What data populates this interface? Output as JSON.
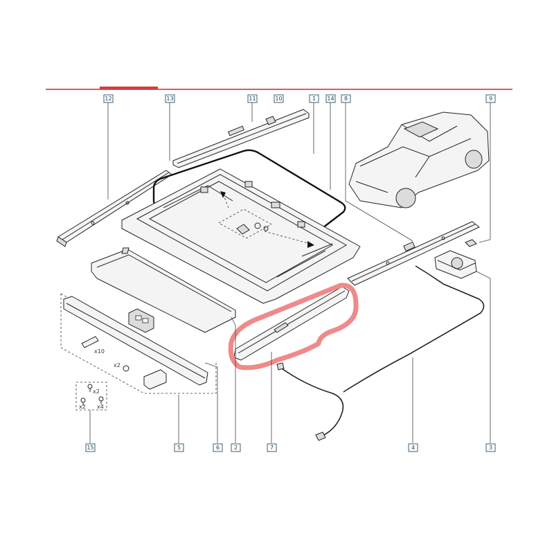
{
  "header": {
    "rule_color": "#e05a5a",
    "accent_color": "#d63b3b"
  },
  "callouts": [
    {
      "label": "12"
    },
    {
      "label": "13"
    },
    {
      "label": "11"
    },
    {
      "label": "10"
    },
    {
      "label": "1"
    },
    {
      "label": "14"
    },
    {
      "label": "8"
    },
    {
      "label": "9"
    },
    {
      "label": "15"
    },
    {
      "label": "5"
    },
    {
      "label": "6"
    },
    {
      "label": "2"
    },
    {
      "label": "7"
    },
    {
      "label": "4"
    },
    {
      "label": "3"
    }
  ],
  "quantities": {
    "clips": "x10",
    "caps": "x2",
    "screw_a": "x2",
    "screw_b": "x2",
    "screw_c": "x4"
  },
  "highlight": {
    "color": "#f08a8a"
  },
  "icons": {
    "car": "car-with-sunroof-icon",
    "motor": "sunroof-motor-icon"
  }
}
